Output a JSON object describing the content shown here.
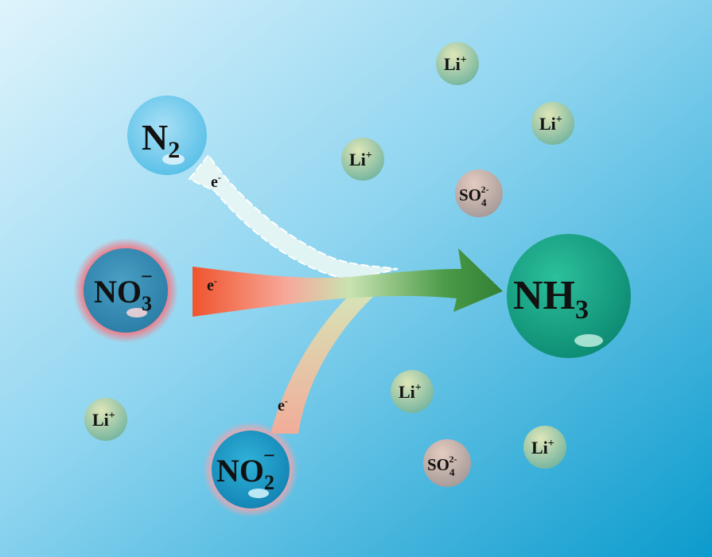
{
  "colors": {
    "bg_top_left": "#d4f0fb",
    "bg_bottom_right": "#0ea0d0",
    "nh3": "#13a584",
    "arrow_green": "#3a8a3a",
    "arrow_red": "#f0522a",
    "halo_pink": "#f07a86"
  },
  "reactants": {
    "n2": {
      "main": "N",
      "sub": "2",
      "sup": ""
    },
    "no3": {
      "main": "NO",
      "sub": "3",
      "sup": "−"
    },
    "no2": {
      "main": "NO",
      "sub": "2",
      "sup": "−"
    }
  },
  "product": {
    "main": "NH",
    "sub": "3"
  },
  "electron": {
    "main": "e",
    "sup": "-"
  },
  "ions": {
    "li": {
      "main": "Li",
      "sup": "+"
    },
    "so4": {
      "main": "SO",
      "sub": "4",
      "sup": "2-"
    }
  }
}
